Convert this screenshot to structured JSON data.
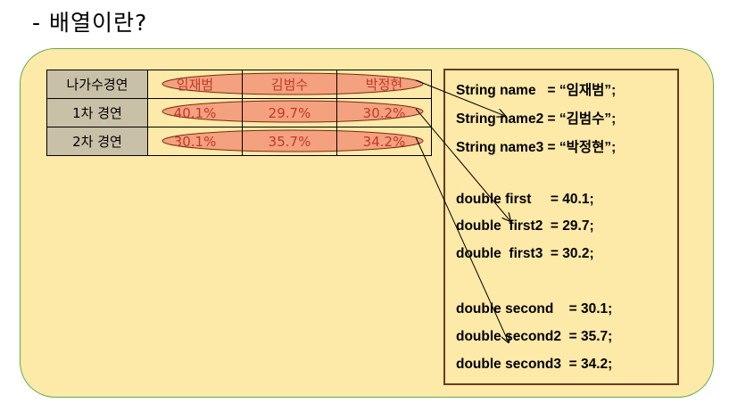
{
  "title": "- 배열이란?",
  "table": {
    "header": [
      "나가수경연",
      "임재범",
      "김범수",
      "박정현"
    ],
    "rows": [
      [
        "1차 경연",
        "40.1%",
        "29.7%",
        "30.2%"
      ],
      [
        "2차 경연",
        "30.1%",
        "35.7%",
        "34.2%"
      ]
    ]
  },
  "code": [
    "String name   = “임재범”;",
    "String name2 = “김범수”;",
    "String name3 = “박정현”;",
    "",
    "double first     = 40.1;",
    "double  first2  = 29.7;",
    "double  first3  = 30.2;",
    "",
    "double second    = 30.1;",
    "double second2  = 35.7;",
    "double second3  = 34.2;"
  ],
  "colors": {
    "panel_fill": "#fde9a8",
    "panel_border": "#5fae4d",
    "oval_fill": "#f4a17f",
    "cell_text": "#c0392b",
    "code_border": "#6b3a1e"
  }
}
